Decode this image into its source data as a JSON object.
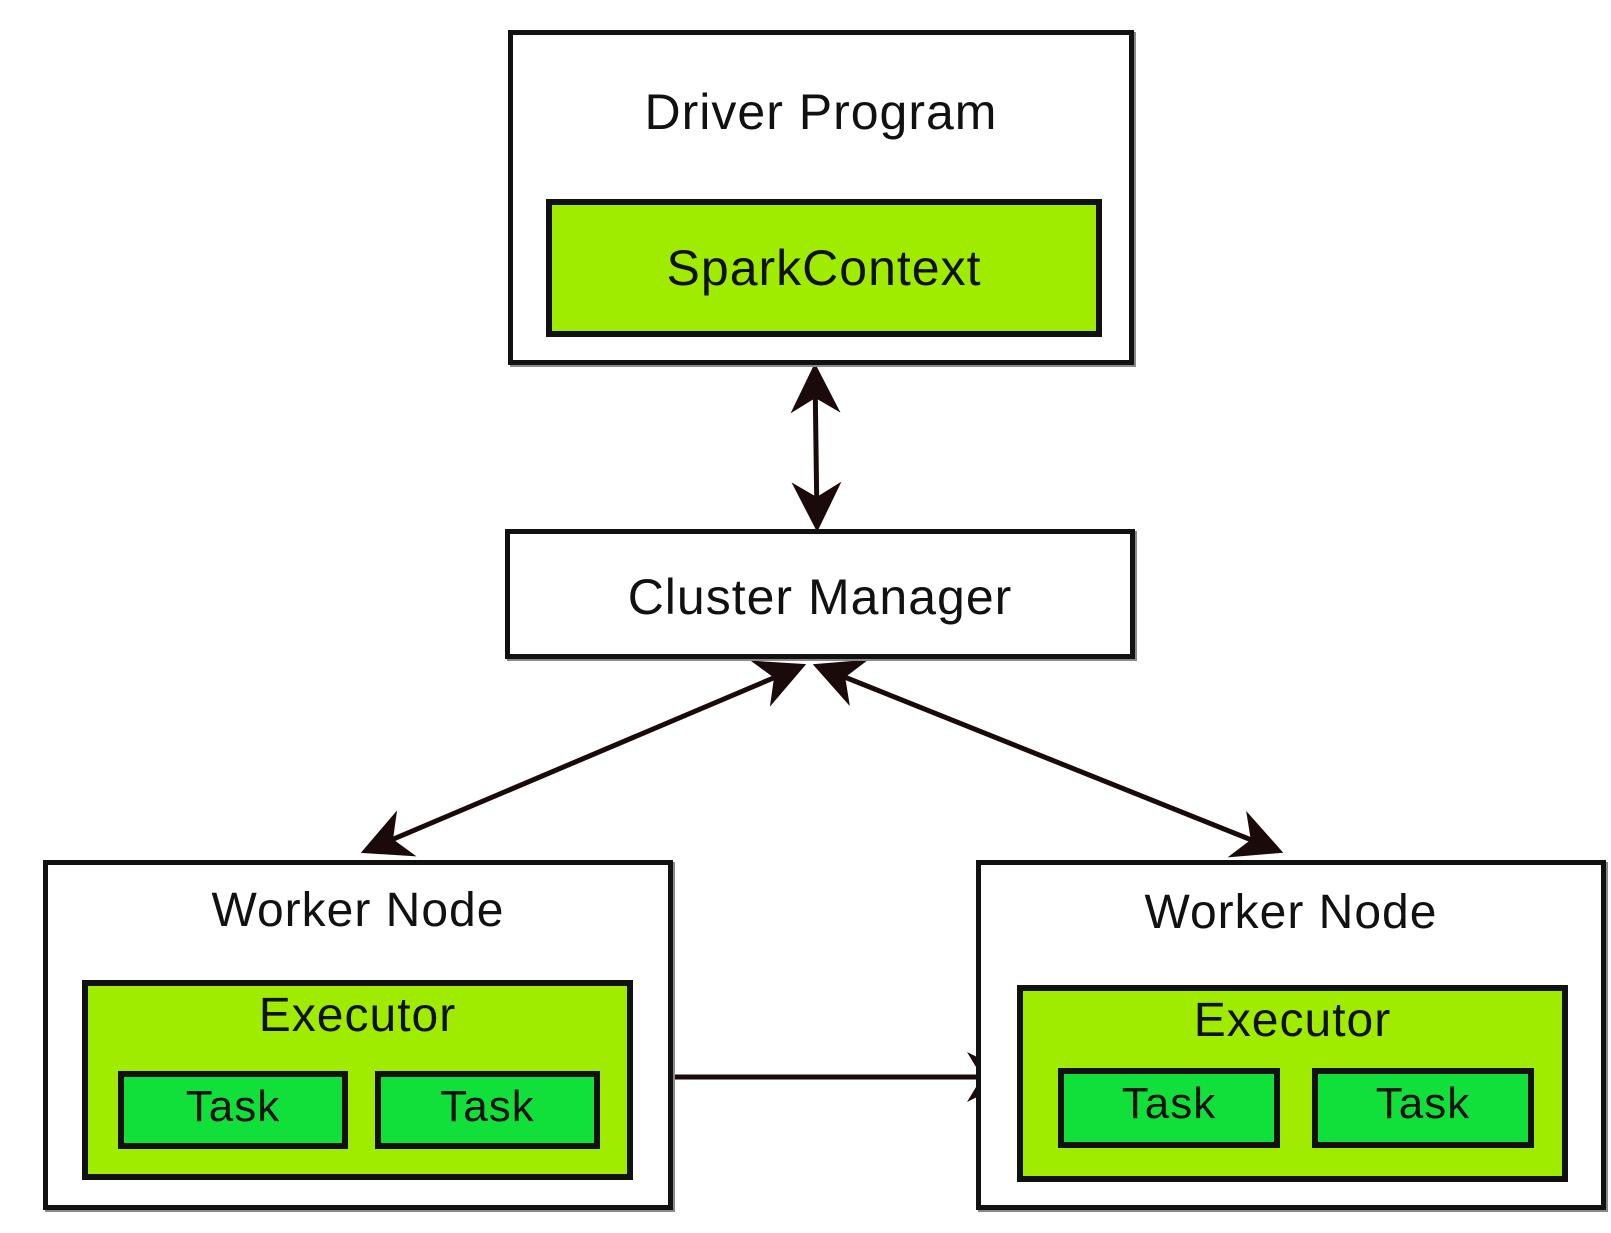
{
  "driver": {
    "title": "Driver Program",
    "context": "SparkContext"
  },
  "cluster_manager": {
    "title": "Cluster Manager"
  },
  "workers": [
    {
      "title": "Worker Node",
      "executor": "Executor",
      "tasks": [
        "Task",
        "Task"
      ]
    },
    {
      "title": "Worker Node",
      "executor": "Executor",
      "tasks": [
        "Task",
        "Task"
      ]
    }
  ],
  "colors": {
    "executor_fill": "#9fec00",
    "task_fill": "#12e03a",
    "stroke": "#111111"
  }
}
